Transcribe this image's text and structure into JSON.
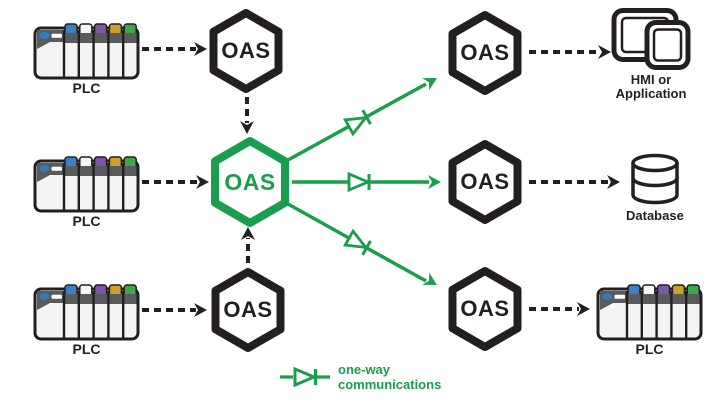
{
  "nodes": {
    "oas": "OAS",
    "plc": "PLC",
    "hmi": {
      "line1": "HMI or",
      "line2": "Application"
    },
    "database": "Database"
  },
  "legend": {
    "line1": "one-way",
    "line2": "communications"
  },
  "colors": {
    "green": "#189e4d",
    "black": "#231f20",
    "plc_tabs": [
      "#3b82c4",
      "#f7f7f7",
      "#7c59a6",
      "#cba12c",
      "#3fa74a"
    ],
    "plc_cpu_blue": "#2f7cc3",
    "plc_band": "#595a5c"
  },
  "diagram": {
    "left_sources": [
      "PLC",
      "PLC",
      "PLC"
    ],
    "gateway_nodes": [
      "OAS",
      "OAS"
    ],
    "center_node": "OAS",
    "receiver_nodes": [
      "OAS",
      "OAS",
      "OAS"
    ],
    "destinations": [
      "HMI or Application",
      "Database",
      "PLC"
    ],
    "connection_note": "one-way communications"
  }
}
